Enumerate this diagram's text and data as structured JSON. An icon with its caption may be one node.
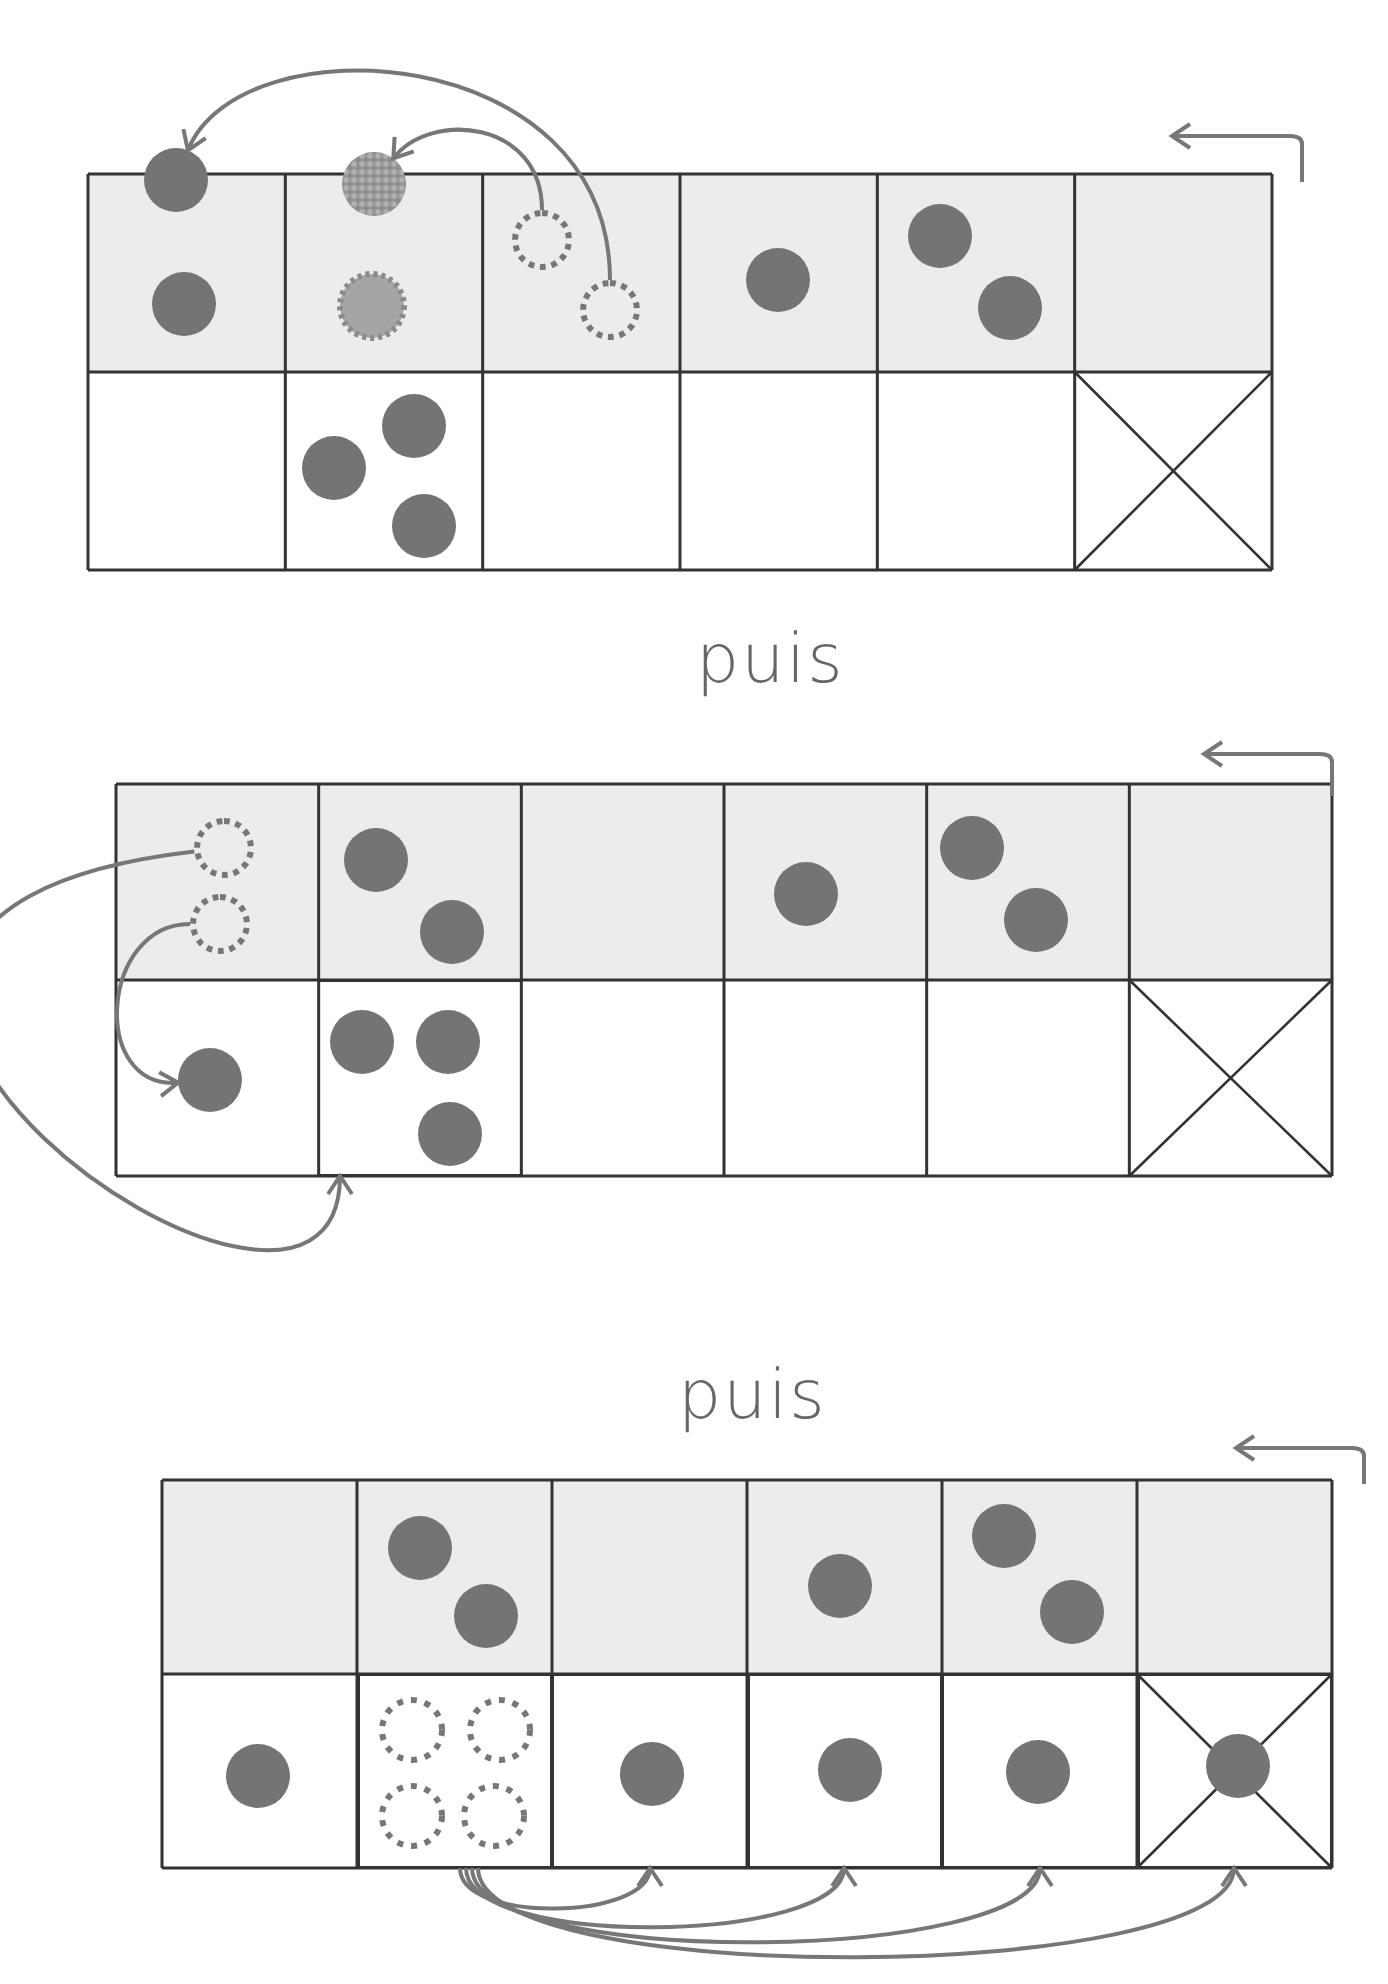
{
  "diagram": {
    "nodes": [
      {
        "text": [],
        "shape": "circle"
      },
      {
        "text": [],
        "shape": "circle"
      },
      {
        "text": [],
        "shape": "circle"
      },
      {
        "text": [],
        "shape": "circle"
      },
      {
        "text": [],
        "shape": "circle"
      },
      {
        "text": [],
        "shape": "circle"
      },
      {
        "text": [],
        "shape": "circle"
      },
      {
        "text": [],
        "shape": "box"
      },
      {
        "text": [],
        "shape": "box"
      },
      {
        "text": [],
        "shape": "box"
      },
      {
        "text": [],
        "shape": "box"
      },
      {
        "text": [],
        "shape": "box"
      },
      {
        "text": [],
        "shape": "box"
      }
    ],
    "edges": [
      {
        "from": 3,
        "to": 0,
        "arrow": "to"
      },
      {
        "from": 2,
        "to": 1,
        "arrow": "to"
      },
      {
        "from": 4,
        "to": 7,
        "arrow": "to"
      },
      {
        "from": 5,
        "to": 6,
        "arrow": "to"
      },
      {
        "from": 8,
        "to": 9,
        "arrow": "to"
      },
      {
        "from": 8,
        "to": 10,
        "arrow": "to"
      },
      {
        "from": 8,
        "to": 11,
        "arrow": "to"
      },
      {
        "from": 8,
        "to": 12,
        "arrow": "to"
      }
    ],
    "labels": [
      "puis",
      "puis"
    ]
  }
}
